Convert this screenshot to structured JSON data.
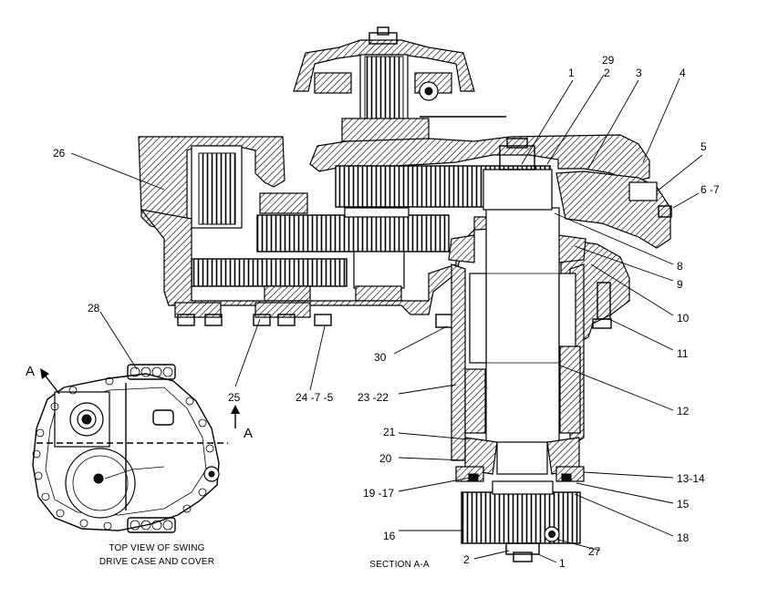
{
  "callouts": {
    "c1_top": "1",
    "c29": "29",
    "c2_top": "2",
    "c3": "3",
    "c4": "4",
    "c5": "5",
    "c6_7": "6 -7",
    "c8": "8",
    "c9": "9",
    "c10": "10",
    "c11": "11",
    "c12": "12",
    "c13_14": "13-14",
    "c15": "15",
    "c18": "18",
    "c27": "27",
    "c1_bottom": "1",
    "c2_bottom": "2",
    "c16": "16",
    "c19_17": "19 -17",
    "c20": "20",
    "c21": "21",
    "c23_22": "23 -22",
    "c24_7_5": "24 -7 -5",
    "c25": "25",
    "c30": "30",
    "c26": "26",
    "c28": "28"
  },
  "section_marks": {
    "a_upper": "A",
    "a_right": "A"
  },
  "captions": {
    "top_view_line1": "TOP VIEW OF SWING",
    "top_view_line2": "DRIVE CASE AND COVER",
    "section": "SECTION A-A"
  }
}
